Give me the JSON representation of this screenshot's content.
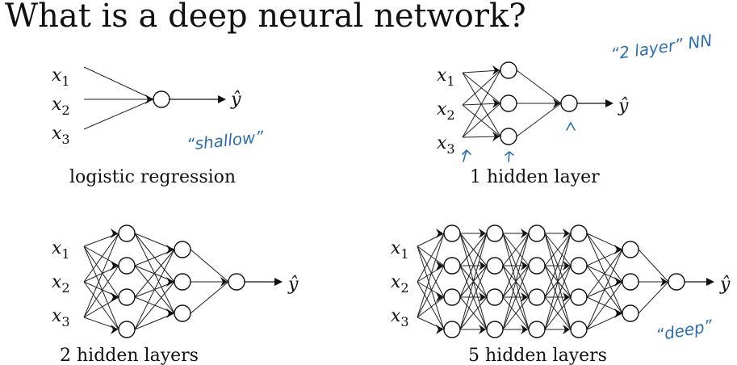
{
  "title": "What is a deep neural network?",
  "colors": {
    "ink": "#111111",
    "annotation": "#2e6fb0"
  },
  "networks": [
    {
      "id": "logistic",
      "caption": "logistic regression",
      "layers": [
        3,
        1
      ],
      "output": true
    },
    {
      "id": "one-hidden",
      "caption": "1 hidden layer",
      "layers": [
        3,
        3,
        1
      ],
      "output": true
    },
    {
      "id": "two-hidden",
      "caption": "2 hidden layers",
      "layers": [
        3,
        4,
        3,
        1
      ],
      "output": true
    },
    {
      "id": "five-hidden",
      "caption": "5 hidden layers",
      "layers": [
        3,
        4,
        4,
        4,
        4,
        3,
        1
      ],
      "output": true
    }
  ],
  "inputs": [
    {
      "base": "x",
      "sub": "1"
    },
    {
      "base": "x",
      "sub": "2"
    },
    {
      "base": "x",
      "sub": "3"
    }
  ],
  "output_label": "ŷ",
  "annotations": {
    "shallow": "“shallow”",
    "two_layer": "“2 layer” NN",
    "deep": "“deep”"
  }
}
